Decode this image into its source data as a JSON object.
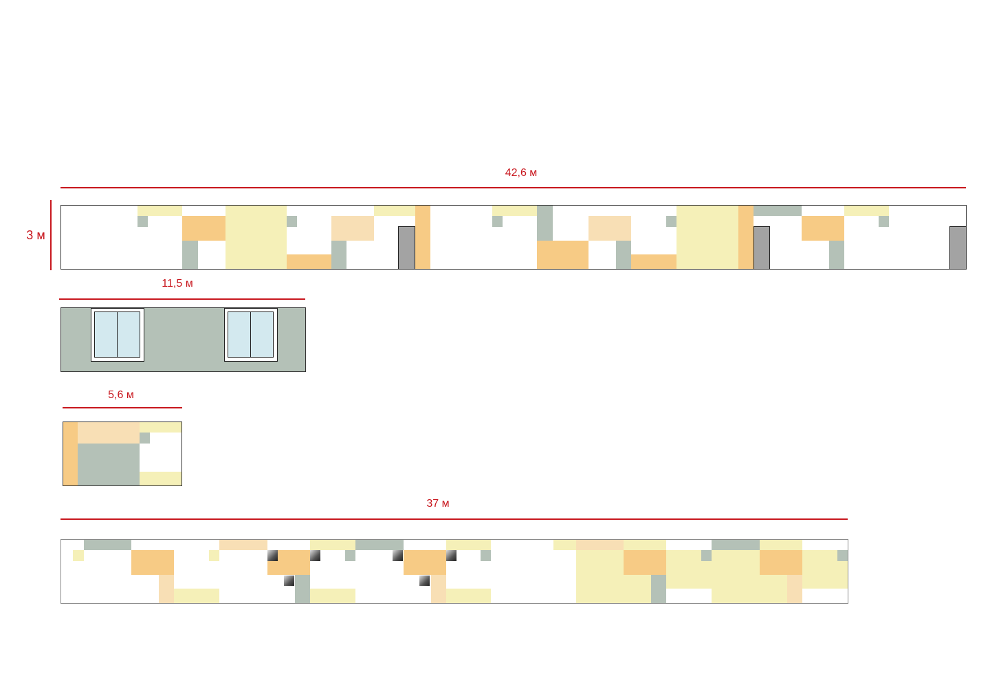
{
  "dimensions": {
    "wall_1_length": "42,6 м",
    "wall_height": "3 м",
    "wall_2_length": "11,5 м",
    "wall_3_length": "5,6 м",
    "wall_4_length": "37 м"
  },
  "colors": {
    "yellow": "#f5f0b8",
    "orange": "#f7cb85",
    "peach": "#f8dfb5",
    "gray_green": "#b4c1b7",
    "door": "#a3a3a3",
    "glass": "#d3e9ef",
    "dimension_red": "#c8161d"
  }
}
